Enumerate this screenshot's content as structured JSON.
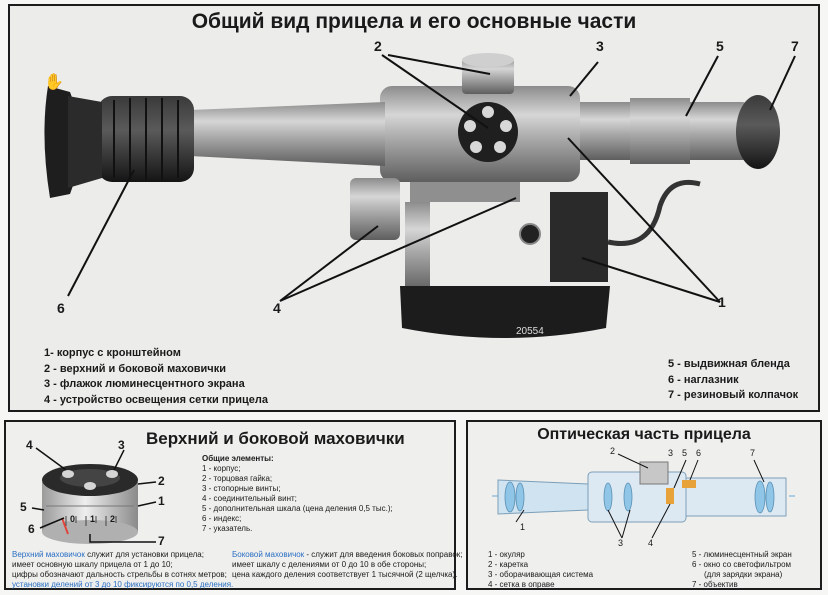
{
  "main": {
    "title": "Общий вид прицела и его основные части",
    "callouts": [
      "2",
      "3",
      "5",
      "7",
      "6",
      "4",
      "1"
    ],
    "legend_left": [
      "1- корпус с кронштейном",
      "2 - верхний и боковой маховички",
      "3 - флажок люминесцентного экрана",
      "4 - устройство освещения сетки прицела"
    ],
    "legend_right": [
      "5 - выдвижная бленда",
      "6 - наглазник",
      "7 - резиновый колпачок"
    ],
    "serial_number": "20554"
  },
  "flywheel": {
    "title": "Верхний и боковой маховички",
    "callouts": [
      "4",
      "3",
      "2",
      "1",
      "5",
      "6",
      "7"
    ],
    "scale_digits": [
      "0",
      "1",
      "2"
    ],
    "elements_header": "Общие элементы:",
    "elements": [
      "1 - корпус;",
      "2 - торцовая гайка;",
      "3 - стопорные винты;",
      "4 - соединительный винт;",
      "5 - дополнительная шкала (цена деления 0,5 тыс.);",
      "6 - индекс;",
      "7 - указатель."
    ],
    "top_desc_title": "Верхний маховичок",
    "top_desc_line1": " служит для установки прицела;",
    "top_desc_line2": "имеет основную шкалу прицела от 1 до 10;",
    "top_desc_line3": "цифры обозначают дальность стрельбы в сотнях метров;",
    "top_desc_line4": "установки делений от 3 до 10 фиксируются по 0,5 деления.",
    "side_desc_title": "Боковой маховичок",
    "side_desc_line1": " - служит для введения боковых поправок;",
    "side_desc_line2": "имеет шкалу с делениями от 0 до 10 в обе стороны;",
    "side_desc_line3": "цена каждого деления соответствует 1 тысячной (2 щелчка)."
  },
  "optics": {
    "title": "Оптическая часть прицела",
    "callouts": [
      "2",
      "3",
      "5",
      "6",
      "7",
      "1",
      "3",
      "4"
    ],
    "legend_left": [
      "1 - окуляр",
      "2 - каретка",
      "3 - оборачивающая система",
      "4 - сетка в оправе"
    ],
    "legend_right": [
      "5 - люминесцентный экран",
      "6 - окно со светофильтром",
      "(для зарядки экрана)",
      "7 - объектив"
    ]
  },
  "colors": {
    "accent_blue": "#2a6fc4",
    "optics_blue": "#8fc6e8",
    "marker_orange": "#e8a23a",
    "border": "#1c1c1c"
  },
  "icons": [
    "hand-cursor-icon"
  ]
}
